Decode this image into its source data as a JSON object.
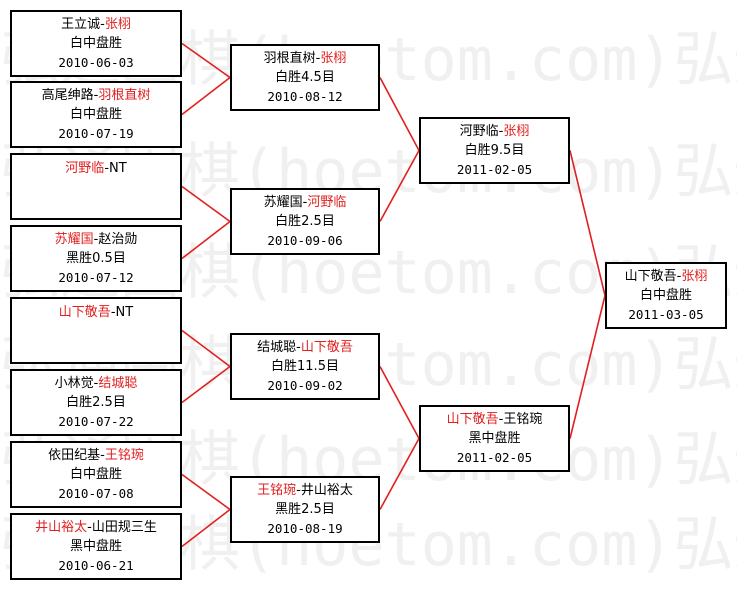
{
  "watermark": "弘通围棋(hoetom.com)弘通",
  "colors": {
    "winner": "#e02020",
    "connector": "#e02020",
    "border": "#000000"
  },
  "round1": [
    {
      "p1": "王立诚",
      "p2": "张栩",
      "winner": 2,
      "result": "白中盘胜",
      "date": "2010-06-03"
    },
    {
      "p1": "高尾绅路",
      "p2": "羽根直树",
      "winner": 2,
      "result": "白中盘胜",
      "date": "2010-07-19"
    },
    {
      "p1": "河野临",
      "p2": "NT",
      "winner": 1,
      "result": "",
      "date": ""
    },
    {
      "p1": "苏耀国",
      "p2": "赵治勋",
      "winner": 1,
      "result": "黑胜0.5目",
      "date": "2010-07-12"
    },
    {
      "p1": "山下敬吾",
      "p2": "NT",
      "winner": 1,
      "result": "",
      "date": ""
    },
    {
      "p1": "小林觉",
      "p2": "结城聪",
      "winner": 2,
      "result": "白胜2.5目",
      "date": "2010-07-22"
    },
    {
      "p1": "依田纪基",
      "p2": "王铭琬",
      "winner": 2,
      "result": "白中盘胜",
      "date": "2010-07-08"
    },
    {
      "p1": "井山裕太",
      "p2": "山田规三生",
      "winner": 1,
      "result": "黑中盘胜",
      "date": "2010-06-21"
    }
  ],
  "round2": [
    {
      "p1": "羽根直树",
      "p2": "张栩",
      "winner": 2,
      "result": "白胜4.5目",
      "date": "2010-08-12"
    },
    {
      "p1": "苏耀国",
      "p2": "河野临",
      "winner": 2,
      "result": "白胜2.5目",
      "date": "2010-09-06"
    },
    {
      "p1": "结城聪",
      "p2": "山下敬吾",
      "winner": 2,
      "result": "白胜11.5目",
      "date": "2010-09-02"
    },
    {
      "p1": "王铭琬",
      "p2": "井山裕太",
      "winner": 1,
      "result": "黑胜2.5目",
      "date": "2010-08-19"
    }
  ],
  "round3": [
    {
      "p1": "河野临",
      "p2": "张栩",
      "winner": 2,
      "result": "白胜9.5目",
      "date": "2011-02-05"
    },
    {
      "p1": "山下敬吾",
      "p2": "王铭琬",
      "winner": 1,
      "result": "黑中盘胜",
      "date": "2011-02-05"
    }
  ],
  "final": [
    {
      "p1": "山下敬吾",
      "p2": "张栩",
      "winner": 2,
      "result": "白中盘胜",
      "date": "2011-03-05"
    }
  ]
}
